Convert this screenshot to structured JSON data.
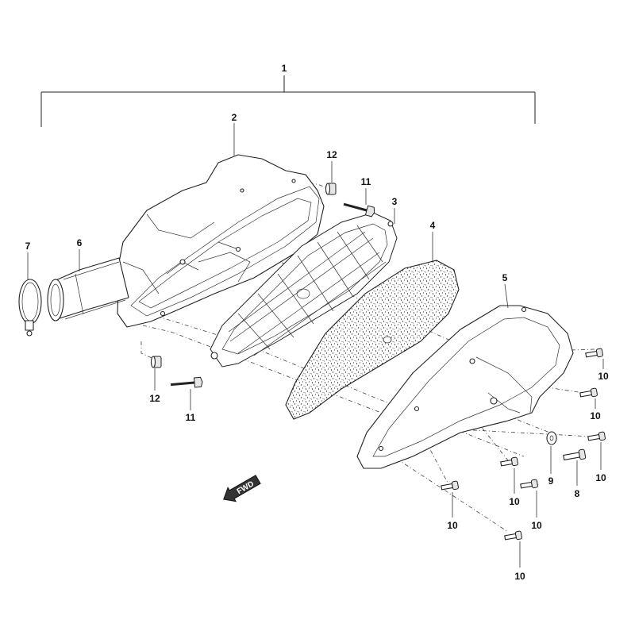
{
  "diagram": {
    "callouts": [
      {
        "id": "c1",
        "label": "1"
      },
      {
        "id": "c2",
        "label": "2"
      },
      {
        "id": "c3",
        "label": "3"
      },
      {
        "id": "c4",
        "label": "4"
      },
      {
        "id": "c5",
        "label": "5"
      },
      {
        "id": "c6",
        "label": "6"
      },
      {
        "id": "c7",
        "label": "7"
      },
      {
        "id": "c8",
        "label": "8"
      },
      {
        "id": "c9",
        "label": "9"
      },
      {
        "id": "c10a",
        "label": "10"
      },
      {
        "id": "c10b",
        "label": "10"
      },
      {
        "id": "c10c",
        "label": "10"
      },
      {
        "id": "c10d",
        "label": "10"
      },
      {
        "id": "c10e",
        "label": "10"
      },
      {
        "id": "c10f",
        "label": "10"
      },
      {
        "id": "c10g",
        "label": "10"
      },
      {
        "id": "c11a",
        "label": "11"
      },
      {
        "id": "c11b",
        "label": "11"
      },
      {
        "id": "c12a",
        "label": "12"
      },
      {
        "id": "c12b",
        "label": "12"
      }
    ],
    "direction_arrow": {
      "label": "FWD"
    }
  }
}
